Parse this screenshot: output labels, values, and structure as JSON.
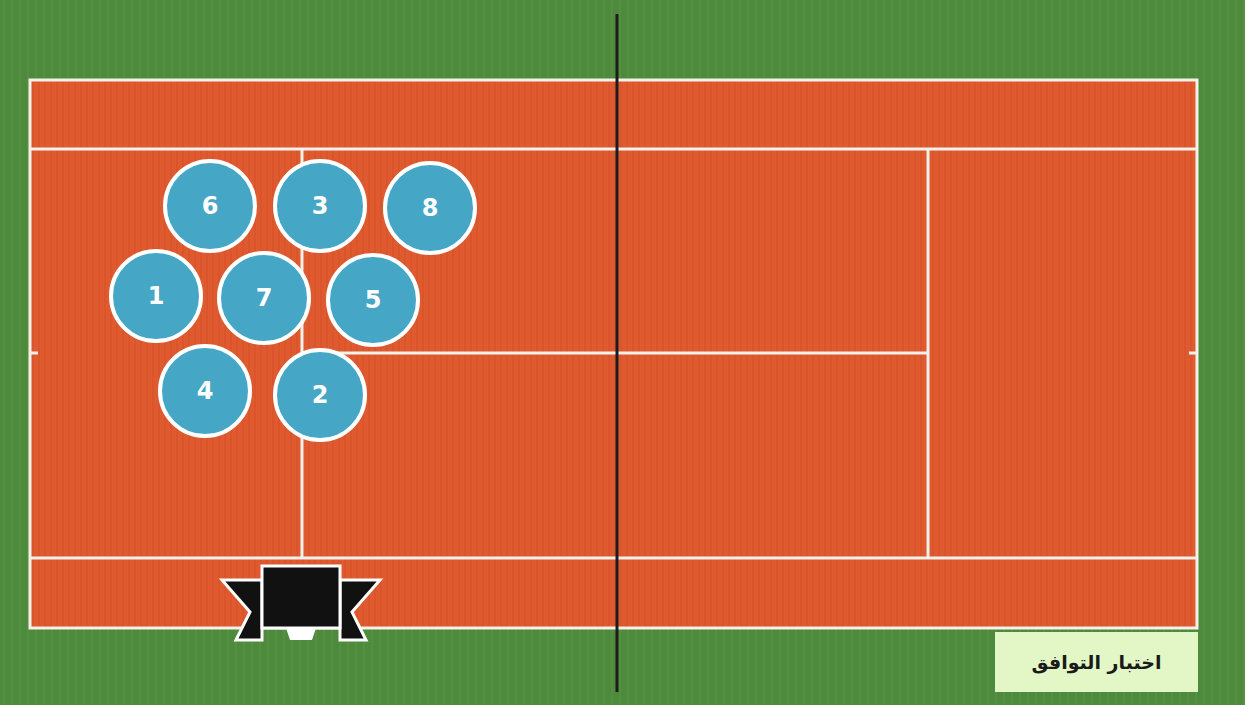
{
  "diagram": {
    "nodes": [
      {
        "text": [
          "6"
        ]
      },
      {
        "text": [
          "3"
        ]
      },
      {
        "text": [
          "8"
        ]
      },
      {
        "text": [
          "1"
        ]
      },
      {
        "text": [
          "7"
        ]
      },
      {
        "text": [
          "5"
        ]
      },
      {
        "text": [
          "4"
        ]
      },
      {
        "text": [
          "2"
        ]
      },
      {
        "text": [
          "اختبار التوافق"
        ]
      }
    ]
  }
}
